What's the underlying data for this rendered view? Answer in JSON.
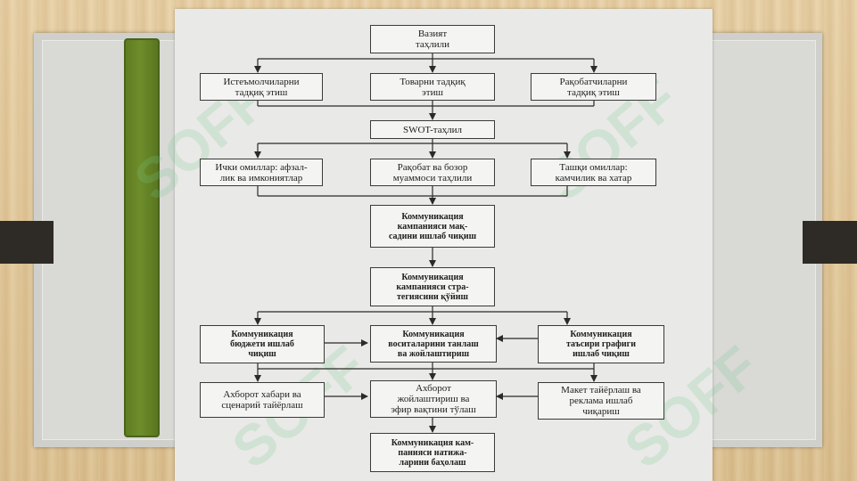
{
  "watermark_text": "SOFF",
  "flowchart": {
    "n1": "Вазият\nтаҳлили",
    "n2a": "Истеъмолчиларни\nтадқиқ этиш",
    "n2b": "Товарни тадқиқ\nэтиш",
    "n2c": "Рақобатчиларни\nтадқиқ этиш",
    "n3": "SWOT-таҳлил",
    "n4a": "Ички омиллар: афзал-\nлик ва имкониятлар",
    "n4b": "Рақобат ва бозор\nмуаммоси таҳлили",
    "n4c": "Ташқи омиллар:\nкамчилик ва хатар",
    "n5": "Коммуникация\nкампанияси мақ-\nсадини ишлаб чиқиш",
    "n6": "Коммуникация\nкампанияси стра-\nтегиясини қўйиш",
    "n7a": "Коммуникация\nбюджети ишлаб\nчиқиш",
    "n7b": "Коммуникация\nвоситаларини танлаш\nва жойлаштириш",
    "n7c": "Коммуникация\nтаъсири графиги\nишлаб чиқиш",
    "n8a": "Ахборот хабари ва\nсценарий тайёрлаш",
    "n8b": "Ахборот\nжойлаштириш ва\nэфир вақтини тўлаш",
    "n8c": "Макет тайёрлаш ва\nреклама ишлаб\nчиқариш",
    "n9": "Коммуникация кам-\nпанияси натижа-\nларини баҳолаш"
  }
}
